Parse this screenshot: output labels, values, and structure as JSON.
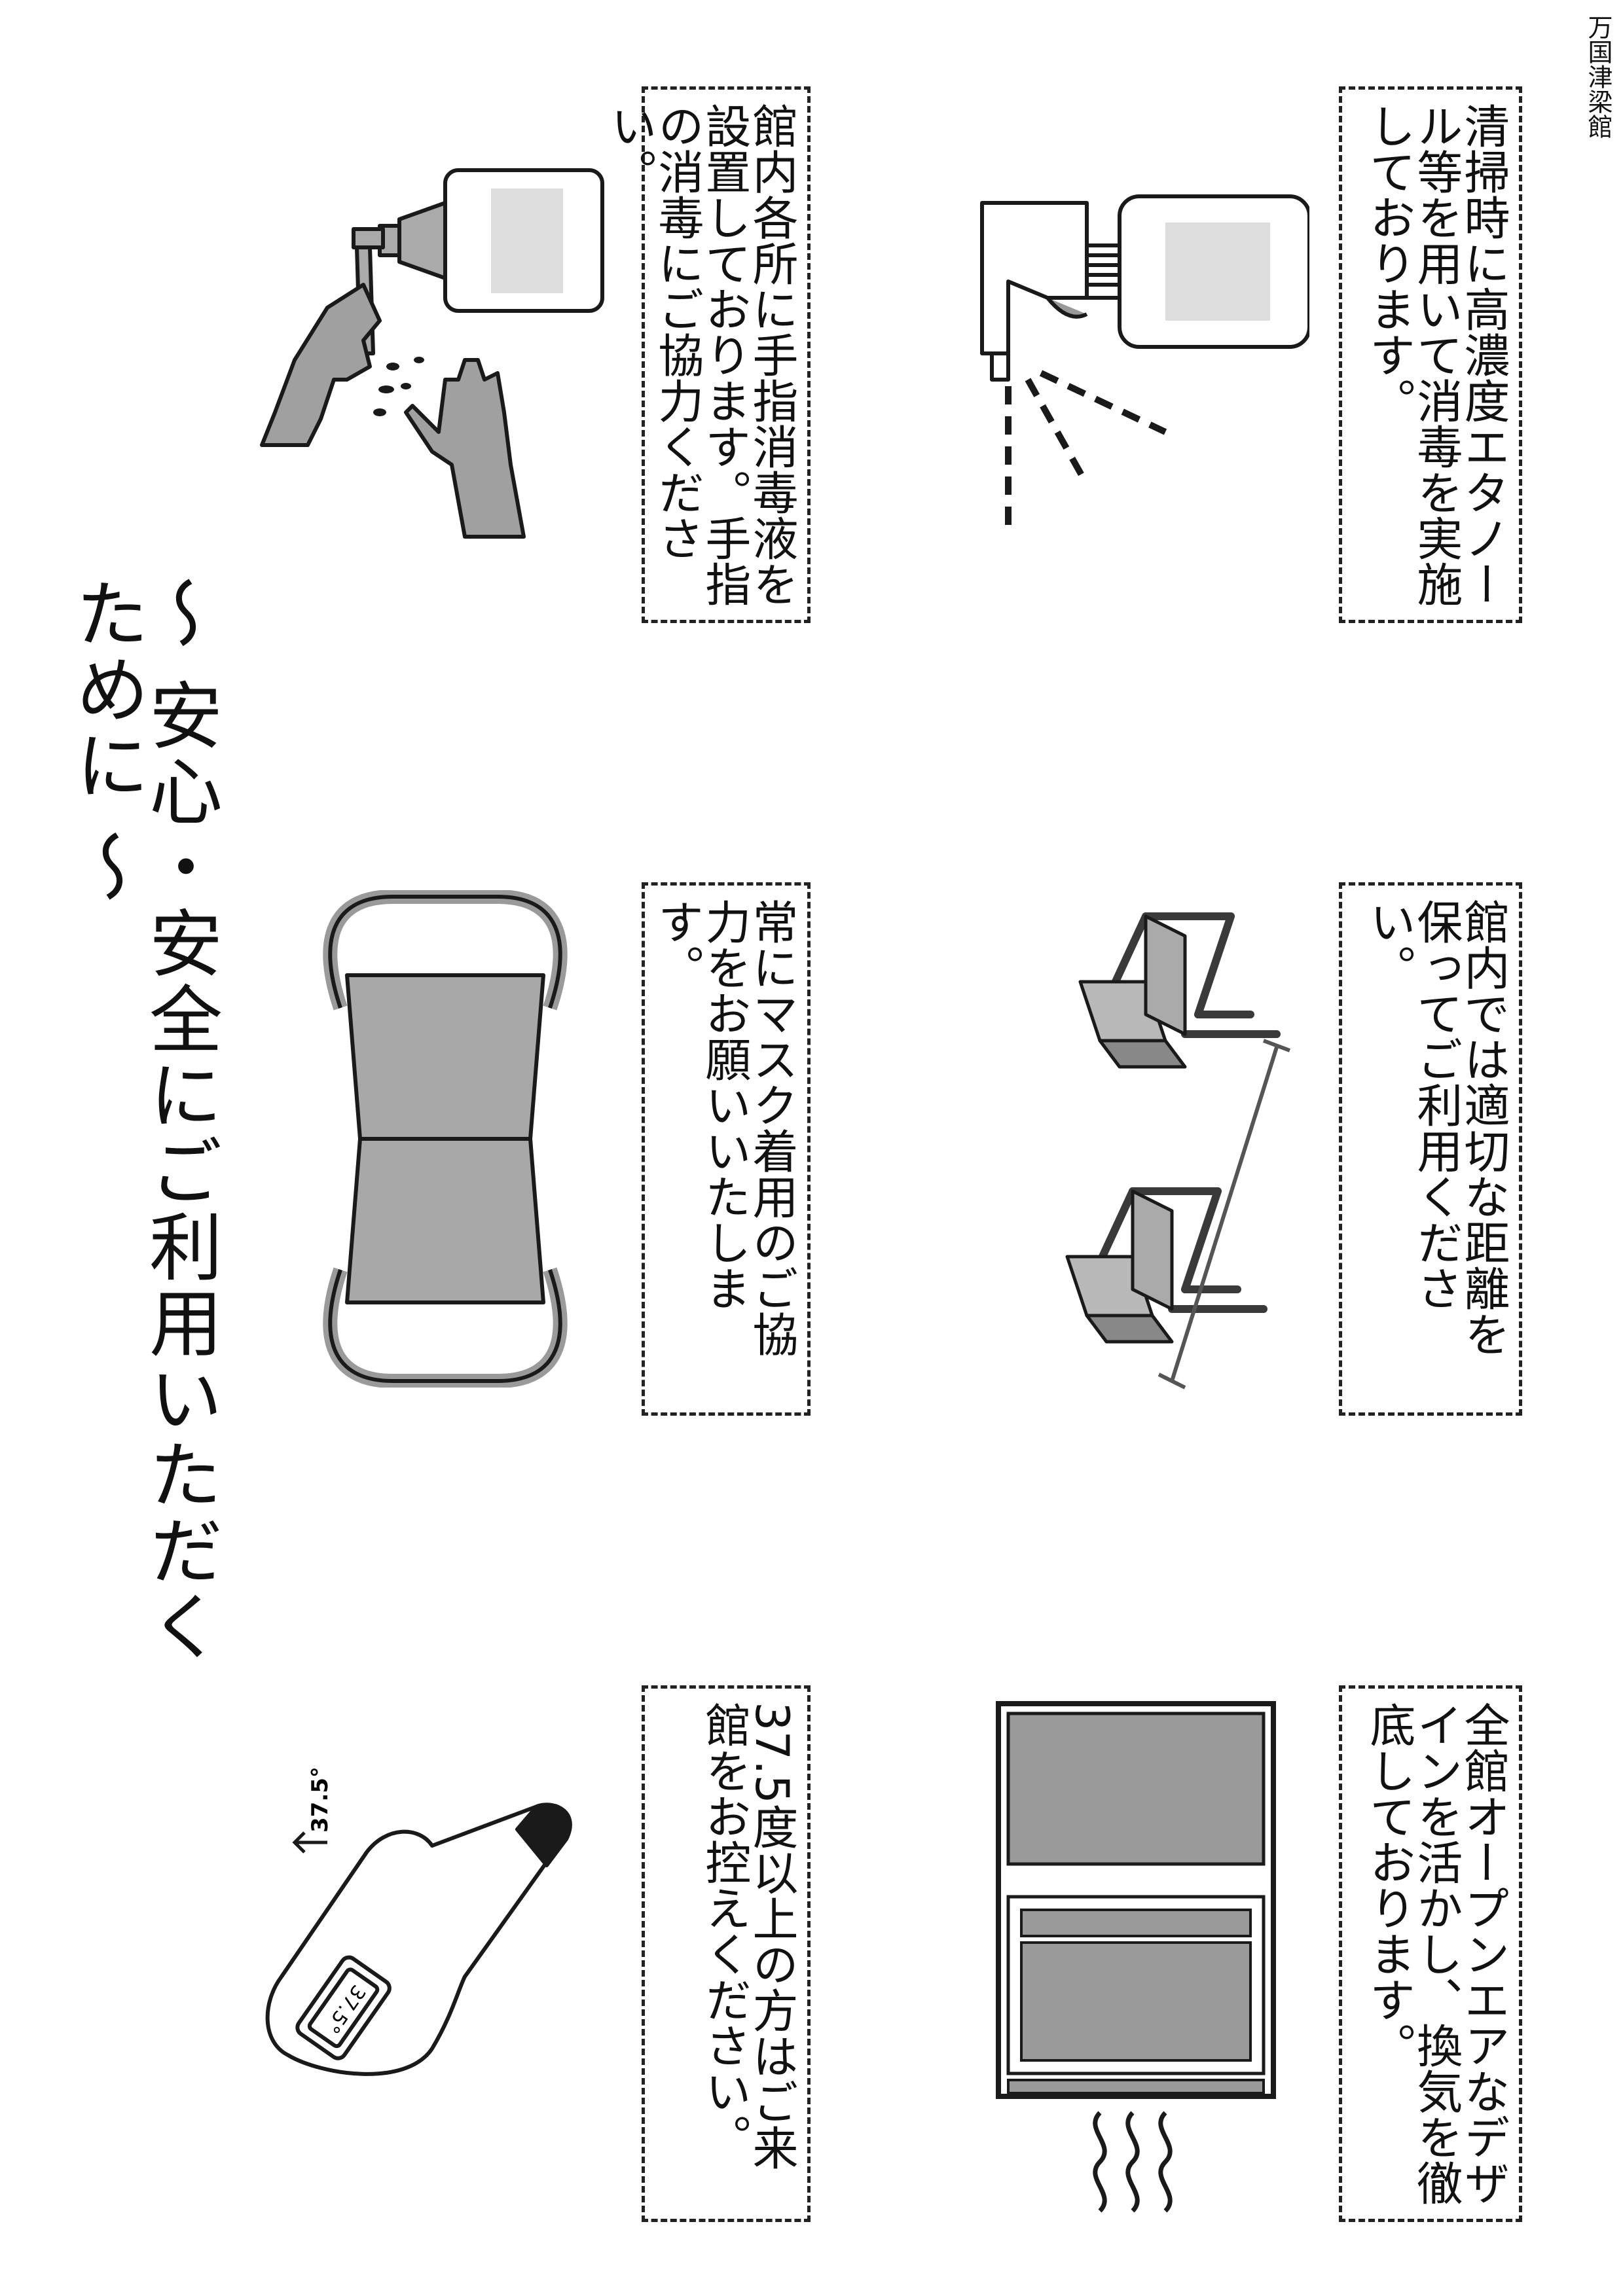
{
  "page": {
    "title": "～ 安心・安全にご利用いただくために ～",
    "organization": "万国津梁館"
  },
  "notices": [
    {
      "id": "hand-sanitizer",
      "text": "館内各所に手指消毒液を設置しております。手指の消毒にご協力ください。",
      "icon": "hand-sanitizer-icon"
    },
    {
      "id": "mask",
      "text": "常にマスク着用のご協力をお願いいたします。",
      "icon": "face-mask-icon"
    },
    {
      "id": "temperature",
      "text": "37.5度以上の方はご来館をお控えください。",
      "icon": "thermometer-icon",
      "thermometer_label": "37.5°",
      "arrow_label": "37.5°"
    },
    {
      "id": "disinfect-spray",
      "text": "清掃時に高濃度エタノール等を用いて消毒を実施しております。",
      "icon": "spray-bottle-icon"
    },
    {
      "id": "distance",
      "text": "館内では適切な距離を保ってご利用ください。",
      "icon": "distanced-chairs-icon"
    },
    {
      "id": "ventilation",
      "text": "全館オープンエアなデザインを活かし、換気を徹底しております。",
      "icon": "open-window-icon"
    }
  ],
  "colors": {
    "illustration_gray": "#9a9a9a",
    "light_gray": "#c8c8c8",
    "dark_gray": "#6e6e6e",
    "outline": "#1a1a1a"
  }
}
